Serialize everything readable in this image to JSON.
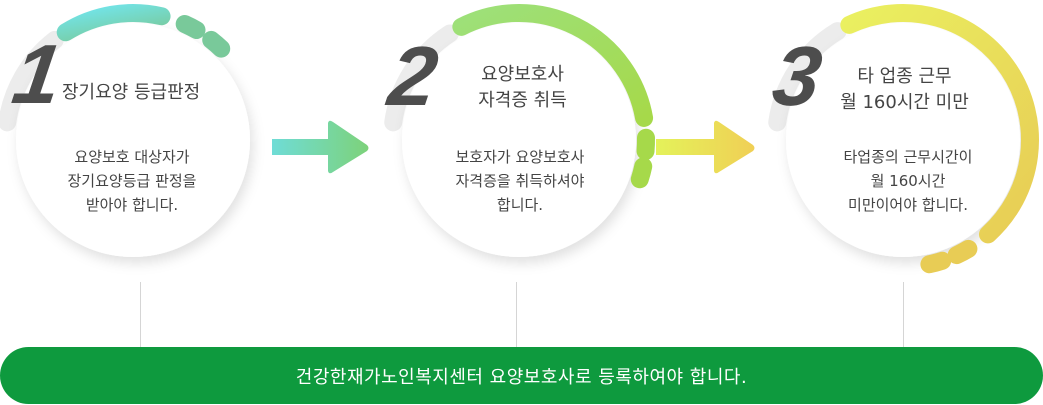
{
  "steps": [
    {
      "number": "1",
      "title_lines": [
        "장기요양 등급판정"
      ],
      "desc_lines": [
        "요양보호 대상자가",
        "장기요양등급 판정을",
        "받아야 합니다."
      ],
      "colors": [
        "#72e4e8",
        "#79c99a"
      ]
    },
    {
      "number": "2",
      "title_lines": [
        "요양보호사",
        "자격증 취득"
      ],
      "desc_lines": [
        "보호자가 요양보호사",
        "자격증을 취득하셔야",
        "합니다."
      ],
      "colors": [
        "#9de07a",
        "#a6d94a"
      ]
    },
    {
      "number": "3",
      "title_lines": [
        "타 업종 근무",
        "월 160시간 미만"
      ],
      "desc_lines": [
        "타업종의 근무시간이",
        "월 160시간",
        "미만이어야 합니다."
      ],
      "colors": [
        "#eaf060",
        "#e8cc55"
      ]
    }
  ],
  "banner": {
    "text": "건강한재가노인복지센터 요양보호사로 등록하여야 합니다.",
    "color": "#0e9a3e"
  }
}
